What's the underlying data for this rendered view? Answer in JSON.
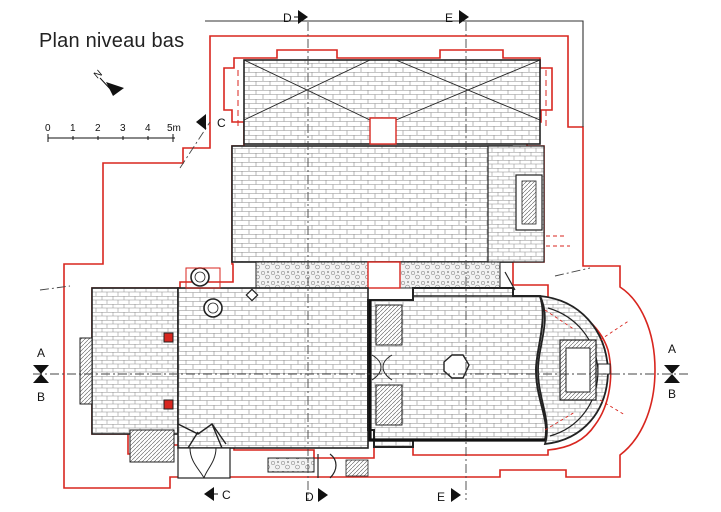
{
  "title": "Plan niveau bas",
  "north_label": "N",
  "scale": {
    "ticks": [
      "0",
      "1",
      "2",
      "3",
      "4",
      "5m"
    ]
  },
  "section_markers": {
    "a_top": "A",
    "a_bottom": "B",
    "b_top": "A",
    "b_bottom": "B",
    "c_top": "C",
    "c_bottom": "C",
    "d_top": "D",
    "d_bottom": "D",
    "e_top": "E",
    "e_bottom": "E"
  },
  "colors": {
    "outline": "#d8261f",
    "wall": "#222222",
    "paving": "#9a9a9a",
    "background": "#ffffff"
  }
}
